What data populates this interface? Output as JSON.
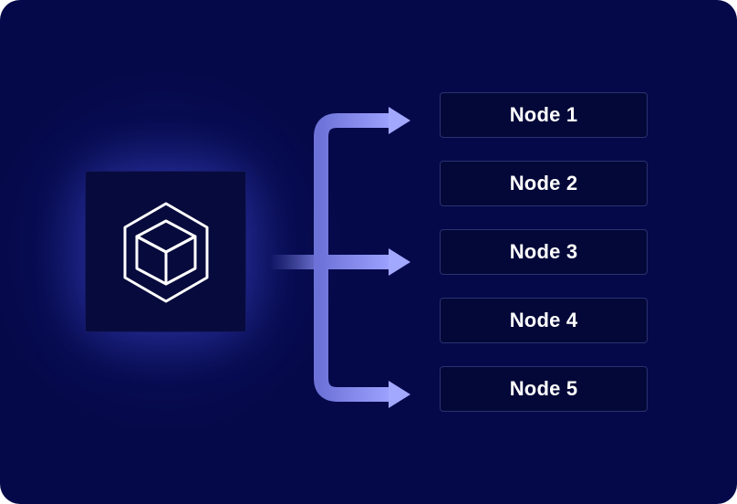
{
  "diagram": {
    "source": {
      "icon": "cube-icon"
    },
    "nodes": [
      {
        "label": "Node 1",
        "connected": true
      },
      {
        "label": "Node 2",
        "connected": false
      },
      {
        "label": "Node 3",
        "connected": true
      },
      {
        "label": "Node 4",
        "connected": false
      },
      {
        "label": "Node 5",
        "connected": true
      }
    ],
    "colors": {
      "background": "#05094a",
      "node_fill": "#040838",
      "node_border": "#2a3170",
      "arrow": "#8f95ff",
      "icon_stroke": "#ffffff"
    }
  }
}
